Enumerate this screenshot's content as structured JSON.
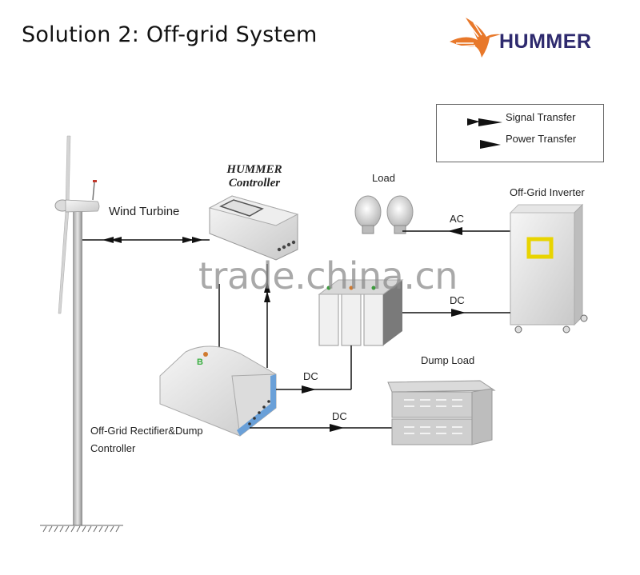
{
  "header": {
    "title": "Solution 2: Off-grid System",
    "brand_name": "HUMMER",
    "brand_colors": {
      "bird": "#e8782a",
      "text": "#2e2a6e"
    }
  },
  "legend": {
    "items": [
      {
        "icon": "double-arrow-icon",
        "label": "Signal Transfer"
      },
      {
        "icon": "single-arrow-icon",
        "label": "Power Transfer"
      }
    ]
  },
  "components": {
    "wind_turbine": {
      "label": "Wind Turbine"
    },
    "controller": {
      "label_line1": "HUMMER",
      "label_line2": "Controller"
    },
    "load": {
      "label": "Load"
    },
    "inverter": {
      "label": "Off-Grid Inverter"
    },
    "rectifier": {
      "label_line1": "Off-Grid Rectifier&Dump",
      "label_line2": "Controller",
      "led_label": "B"
    },
    "dump_load": {
      "label": "Dump Load"
    }
  },
  "connections": {
    "inverter_to_load": "AC",
    "battery_to_inverter": "DC",
    "rectifier_to_battery": "DC",
    "rectifier_to_dump": "DC"
  },
  "watermark": "trade.china.cn"
}
